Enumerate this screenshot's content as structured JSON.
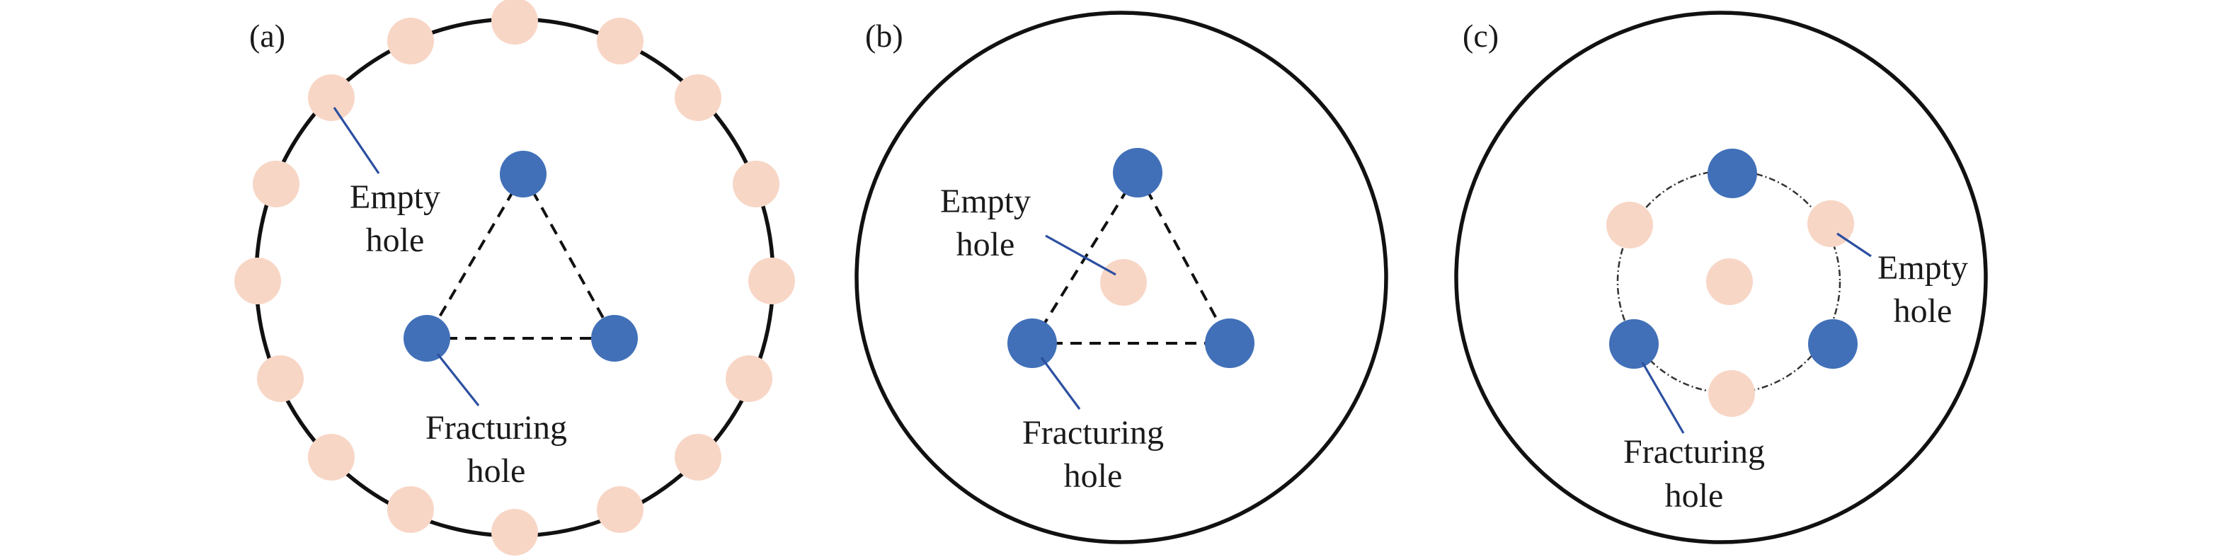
{
  "panels": {
    "a": {
      "label": "(a)"
    },
    "b": {
      "label": "(b)"
    },
    "c": {
      "label": "(c)"
    }
  },
  "legend_terms": {
    "empty_hole": [
      "Empty",
      "hole"
    ],
    "fracturing_hole": [
      "Fracturing",
      "hole"
    ]
  },
  "colors": {
    "fracturing_hole": "#4170b8",
    "empty_hole": "#f8d6c6",
    "outline": "#111111",
    "leader_line": "#2c4fa0"
  }
}
